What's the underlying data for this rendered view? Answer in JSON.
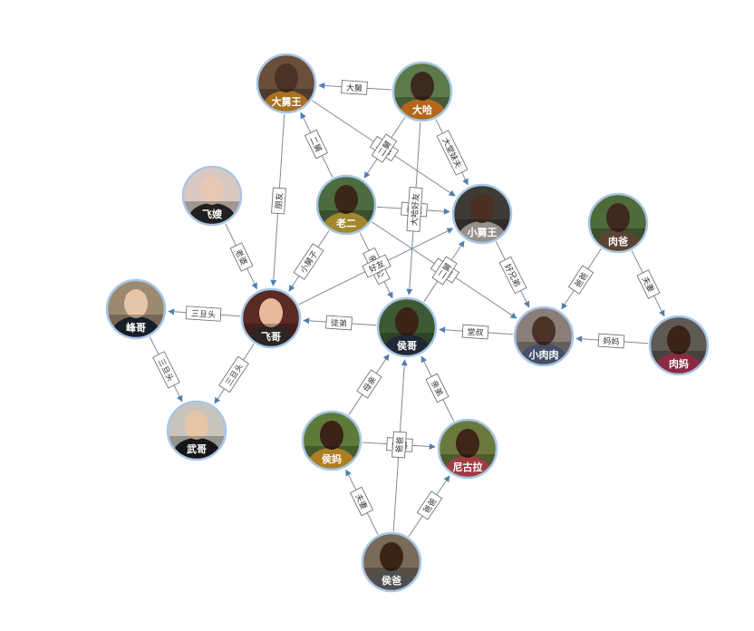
{
  "colors": {
    "edge": "#7f8b98",
    "arrow": "#4f7fb0",
    "ring": "#a9c6e6",
    "label_text": "#333333"
  },
  "nodes": [
    {
      "id": "dajiuwang",
      "name": "大舅王",
      "bg": "#6a4f3c",
      "face": "#4a3224",
      "shirt": "#e0962e"
    },
    {
      "id": "daha",
      "name": "大哈",
      "bg": "#5c7a4a",
      "face": "#3b2a20",
      "shirt": "#f08a24"
    },
    {
      "id": "feisao",
      "name": "飞嫂",
      "bg": "#d8c8c0",
      "face": "#e8c8b4",
      "shirt": "#2b2b2b"
    },
    {
      "id": "laoer",
      "name": "老二",
      "bg": "#4d6b3e",
      "face": "#3a2718",
      "shirt": "#d8b43a"
    },
    {
      "id": "xiaojiuwang",
      "name": "小舅王",
      "bg": "#3e3a36",
      "face": "#4b2f22",
      "shirt": "#c7c2b8"
    },
    {
      "id": "roudie",
      "name": "肉爸",
      "bg": "#4e6b3a",
      "face": "#3e2a20",
      "shirt": "#7a5a46"
    },
    {
      "id": "fengge",
      "name": "峰哥",
      "bg": "#9c8a70",
      "face": "#e6c6a8",
      "shirt": "#222a36"
    },
    {
      "id": "feige",
      "name": "飞哥",
      "bg": "#5a2a24",
      "face": "#e8b89a",
      "shirt": "#3a3230"
    },
    {
      "id": "houge",
      "name": "侯哥",
      "bg": "#3e5a34",
      "face": "#3a2418",
      "shirt": "#2b3648"
    },
    {
      "id": "xiaorourou",
      "name": "小肉肉",
      "bg": "#8a7e78",
      "face": "#4a3226",
      "shirt": "#5b6a8a"
    },
    {
      "id": "roumama",
      "name": "肉妈",
      "bg": "#5e5a54",
      "face": "#3a2418",
      "shirt": "#b93a5a"
    },
    {
      "id": "wuge",
      "name": "武哥",
      "bg": "#c8c4bc",
      "face": "#e6c4a6",
      "shirt": "#1e1e22"
    },
    {
      "id": "houma",
      "name": "侯妈",
      "bg": "#5e7a3a",
      "face": "#3a2418",
      "shirt": "#e7a82e"
    },
    {
      "id": "nikela",
      "name": "尼古拉",
      "bg": "#6a7a3e",
      "face": "#3e2618",
      "shirt": "#d8505a"
    },
    {
      "id": "houba",
      "name": "侯爸",
      "bg": "#7a6a5a",
      "face": "#3a2418",
      "shirt": "#6a6a6a"
    }
  ],
  "edges": [
    {
      "from": "daha",
      "to": "dajiuwang",
      "label": "大舅"
    },
    {
      "from": "dajiuwang",
      "to": "xiaojiuwang",
      "label": "兄弟"
    },
    {
      "from": "daha",
      "to": "laoer",
      "label": "二舅"
    },
    {
      "from": "daha",
      "to": "xiaojiuwang",
      "label": "大堂妹夫"
    },
    {
      "from": "laoer",
      "to": "dajiuwang",
      "label": "二舅"
    },
    {
      "from": "laoer",
      "to": "xiaojiuwang",
      "label": "亲戚"
    },
    {
      "from": "daha",
      "to": "houge",
      "label": "大哈好友"
    },
    {
      "from": "dajiuwang",
      "to": "feige",
      "label": "朋友"
    },
    {
      "from": "feisao",
      "to": "feige",
      "label": "老婆"
    },
    {
      "from": "laoer",
      "to": "feige",
      "label": "小舅子"
    },
    {
      "from": "laoer",
      "to": "houge",
      "label": "亲家公"
    },
    {
      "from": "laoer",
      "to": "xiaorourou",
      "label": "亲戚"
    },
    {
      "from": "feige",
      "to": "xiaojiuwang",
      "label": "好友"
    },
    {
      "from": "houge",
      "to": "xiaojiuwang",
      "label": "二舅"
    },
    {
      "from": "xiaojiuwang",
      "to": "xiaorourou",
      "label": "好兄弟"
    },
    {
      "from": "roudie",
      "to": "xiaorourou",
      "label": "爸爸"
    },
    {
      "from": "roudie",
      "to": "roumama",
      "label": "夫妻"
    },
    {
      "from": "roumama",
      "to": "xiaorourou",
      "label": "妈妈"
    },
    {
      "from": "xiaorourou",
      "to": "houge",
      "label": "堂叔"
    },
    {
      "from": "houge",
      "to": "feige",
      "label": "徒弟"
    },
    {
      "from": "feige",
      "to": "fengge",
      "label": "三旦头"
    },
    {
      "from": "fengge",
      "to": "wuge",
      "label": "三旦头"
    },
    {
      "from": "feige",
      "to": "wuge",
      "label": "三旦头"
    },
    {
      "from": "houma",
      "to": "houge",
      "label": "母亲"
    },
    {
      "from": "nikela",
      "to": "houge",
      "label": "亲弟"
    },
    {
      "from": "houma",
      "to": "nikela",
      "label": "妈妈"
    },
    {
      "from": "houba",
      "to": "houma",
      "label": "夫妻"
    },
    {
      "from": "houba",
      "to": "houge",
      "label": "爸爸"
    },
    {
      "from": "houba",
      "to": "nikela",
      "label": "爸爸"
    }
  ]
}
